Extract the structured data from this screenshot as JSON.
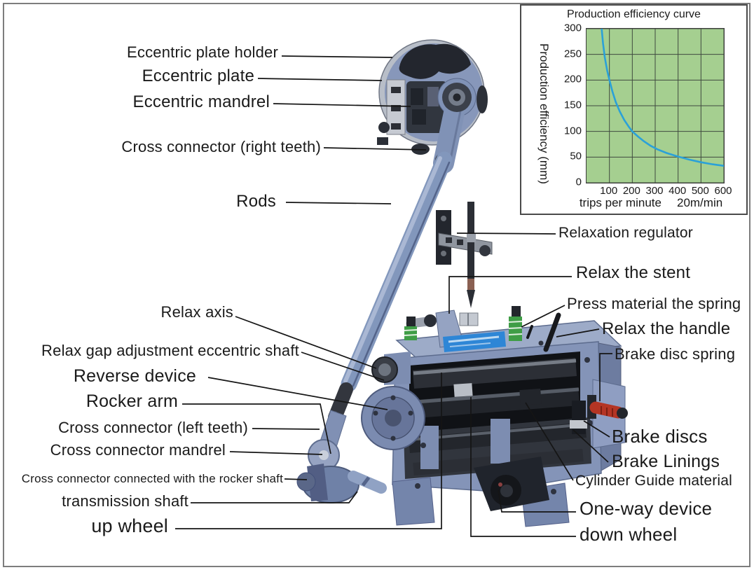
{
  "diagram": {
    "part_labels": [
      {
        "id": "eccentric-plate-holder",
        "text": "Eccentric plate holder"
      },
      {
        "id": "eccentric-plate",
        "text": "Eccentric plate"
      },
      {
        "id": "eccentric-mandrel",
        "text": "Eccentric mandrel"
      },
      {
        "id": "cross-connector-right-teeth",
        "text": "Cross connector (right teeth)"
      },
      {
        "id": "rods",
        "text": "Rods"
      },
      {
        "id": "relax-axis",
        "text": "Relax axis"
      },
      {
        "id": "relax-gap-adjustment-eccentric-shaft",
        "text": "Relax gap adjustment eccentric shaft"
      },
      {
        "id": "reverse-device",
        "text": "Reverse device"
      },
      {
        "id": "rocker-arm",
        "text": "Rocker arm"
      },
      {
        "id": "cross-connector-left-teeth",
        "text": "Cross connector (left teeth)"
      },
      {
        "id": "cross-connector-mandrel",
        "text": "Cross connector mandrel"
      },
      {
        "id": "cross-connector-connected-with-the-rocker-shaft",
        "text": "Cross connector connected with the rocker shaft"
      },
      {
        "id": "transmission-shaft",
        "text": "transmission shaft"
      },
      {
        "id": "up-wheel",
        "text": "up wheel"
      },
      {
        "id": "relaxation-regulator",
        "text": "Relaxation regulator"
      },
      {
        "id": "relax-the-stent",
        "text": "Relax the stent"
      },
      {
        "id": "press-material-the-spring",
        "text": "Press material the spring"
      },
      {
        "id": "relax-the-handle",
        "text": "Relax the handle"
      },
      {
        "id": "brake-disc-spring",
        "text": "Brake disc spring"
      },
      {
        "id": "brake-discs",
        "text": "Brake discs"
      },
      {
        "id": "brake-linings",
        "text": "Brake Linings"
      },
      {
        "id": "cylinder-guide-material",
        "text": "Cylinder Guide material"
      },
      {
        "id": "one-way-device",
        "text": "One-way device"
      },
      {
        "id": "down-wheel",
        "text": "down wheel"
      }
    ]
  },
  "chart_data": {
    "type": "line",
    "title": "Production efficiency curve",
    "ylabel": "Production efficiency (mm)",
    "xlabel": "trips per minute",
    "xlabel_unit": "20m/min",
    "yticks": [
      300,
      250,
      200,
      150,
      100,
      50,
      0
    ],
    "xticks": [
      100,
      200,
      300,
      400,
      500,
      600
    ],
    "xlim": [
      0,
      600
    ],
    "ylim": [
      0,
      300
    ],
    "grid": true,
    "legend_position": "none",
    "plot_bg": "#a5cf90",
    "line_color": "#2ba1d8",
    "series": [
      {
        "name": "Production efficiency",
        "points": [
          [
            66,
            300
          ],
          [
            72,
            272
          ],
          [
            80,
            244
          ],
          [
            90,
            219
          ],
          [
            100,
            200
          ],
          [
            113,
            178
          ],
          [
            128,
            157
          ],
          [
            145,
            139
          ],
          [
            165,
            122
          ],
          [
            185,
            109
          ],
          [
            200,
            100
          ],
          [
            225,
            90
          ],
          [
            250,
            81
          ],
          [
            280,
            72
          ],
          [
            310,
            65
          ],
          [
            350,
            58
          ],
          [
            400,
            51
          ],
          [
            450,
            45
          ],
          [
            500,
            40
          ],
          [
            550,
            36
          ],
          [
            600,
            33
          ],
          [
            620,
            31
          ]
        ]
      }
    ]
  }
}
